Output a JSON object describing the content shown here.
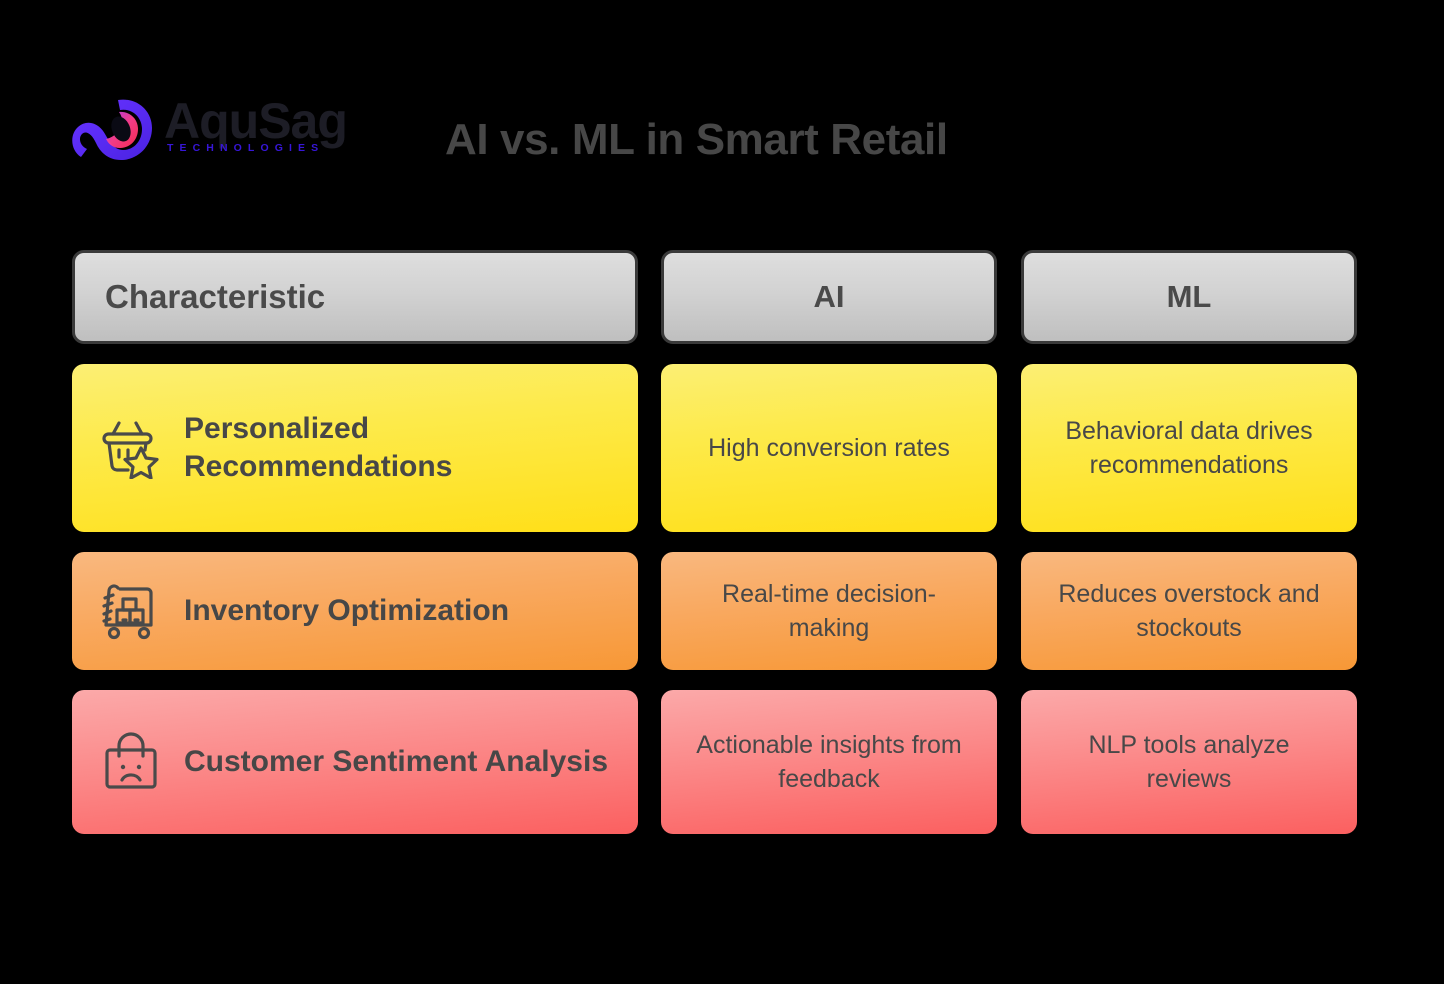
{
  "brand": {
    "name": "AquSag",
    "tagline": "TECHNOLOGIES",
    "logo_icon": "aqusag-infinity-logo",
    "tagline_color": "#3716d8"
  },
  "header": {
    "title": "AI vs. ML in Smart Retail"
  },
  "table": {
    "columns": [
      {
        "key": "characteristic",
        "label": "Characteristic",
        "align": "left"
      },
      {
        "key": "ai",
        "label": "AI",
        "align": "center"
      },
      {
        "key": "ml",
        "label": "ML",
        "align": "center"
      }
    ],
    "header_style": {
      "background_top": "#dedede",
      "background_bottom": "#bfbfbf",
      "border_color": "#3a3a3a",
      "text_color": "#4a4a4a"
    },
    "rows": [
      {
        "icon": "shopping-basket-star-icon",
        "characteristic": "Personalized Recommendations",
        "ai": "High conversion rates",
        "ml": "Behavioral data drives recommendations",
        "tone": "yellow",
        "color_top": "#fcef74",
        "color_bottom": "#ffdf18"
      },
      {
        "icon": "warehouse-cart-boxes-icon",
        "characteristic": "Inventory Optimization",
        "ai": "Real-time decision-making",
        "ml": "Reduces overstock and stockouts",
        "tone": "orange",
        "color_top": "#f9b87f",
        "color_bottom": "#f79836"
      },
      {
        "icon": "shopping-bag-sad-face-icon",
        "characteristic": "Customer Sentiment Analysis",
        "ai": "Actionable insights from feedback",
        "ml": "NLP tools analyze reviews",
        "tone": "red",
        "color_top": "#fba9a9",
        "color_bottom": "#fb6060"
      }
    ]
  },
  "canvas": {
    "background": "#000000",
    "text_color": "#474747"
  }
}
